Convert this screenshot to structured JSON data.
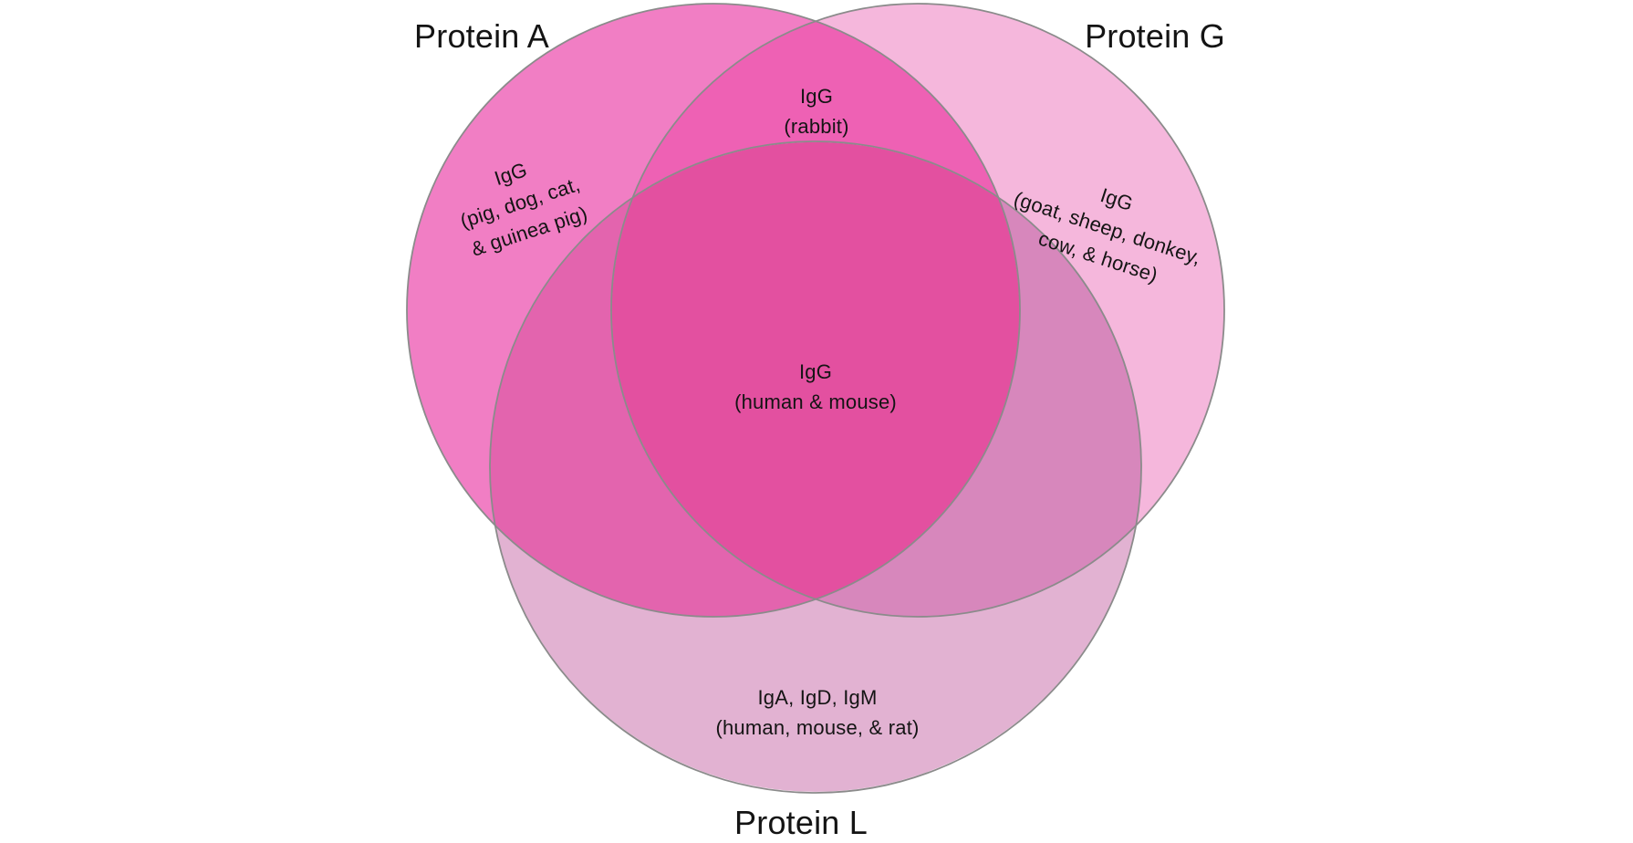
{
  "diagram": {
    "type": "venn",
    "description": "Three-set Venn diagram of antibody-binding proteins and the immunoglobulins/species they bind",
    "titles": {
      "protein_a": "Protein A",
      "protein_g": "Protein G",
      "protein_l": "Protein L"
    },
    "regions": {
      "a_only": {
        "set": "Protein A",
        "line1": "IgG",
        "line2": "(pig, dog, cat,",
        "line3": "& guinea pig)"
      },
      "g_only": {
        "set": "Protein G",
        "line1": "IgG",
        "line2": "(goat, sheep, donkey,",
        "line3": "cow, & horse)"
      },
      "l_only": {
        "set": "Protein L",
        "line1": "IgA, IgD, IgM",
        "line2": "(human, mouse, & rat)"
      },
      "a_and_g": {
        "set": "Protein A ∩ Protein G",
        "line1": "IgG",
        "line2": "(rabbit)"
      },
      "a_and_g_and_l": {
        "set": "Protein A ∩ Protein G ∩ Protein L",
        "line1": "IgG",
        "line2": "(human & mouse)"
      }
    },
    "colors": {
      "a_only": "#F17EC4",
      "g_only": "#F5B7DC",
      "l_only": "#E2B2D2",
      "ag": "#EE61B4",
      "al": "#E364AE",
      "gl": "#D787BC",
      "agl": "#E350A0",
      "outline": "#8B8B8B",
      "text": "#141414"
    }
  }
}
